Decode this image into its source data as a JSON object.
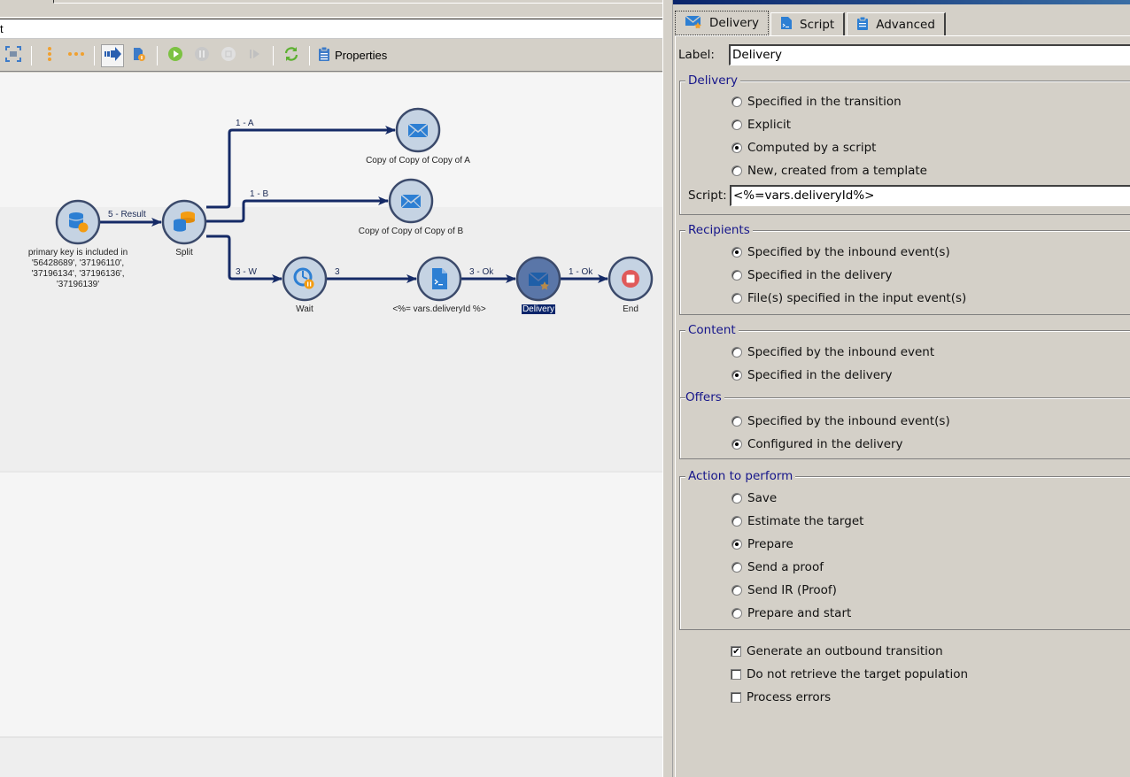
{
  "left_pane": {
    "title_text": "t",
    "toolbar": {
      "items": [
        {
          "icon": "fit-to-screen-icon",
          "label": ""
        },
        {
          "icon": "vertical-layout-icon",
          "label": ""
        },
        {
          "icon": "horizontal-layout-icon",
          "label": ""
        },
        {
          "icon": "transition-mode-icon",
          "label": "",
          "active": true
        },
        {
          "icon": "activity-info-icon",
          "label": ""
        },
        {
          "icon": "start-icon",
          "label": ""
        },
        {
          "icon": "pause-icon",
          "label": ""
        },
        {
          "icon": "stop-icon",
          "label": ""
        },
        {
          "icon": "step-icon",
          "label": ""
        },
        {
          "icon": "refresh-icon",
          "label": ""
        }
      ],
      "properties_label": "Properties"
    },
    "workflow": {
      "nodes": [
        {
          "id": "query",
          "label": "primary key is included in\n'56428689', '37196110',\n'37196134', '37196136',\n'37196139'",
          "icon": "query-database-icon"
        },
        {
          "id": "split",
          "label": "Split",
          "icon": "split-database-icon"
        },
        {
          "id": "copyA",
          "label": "Copy of Copy of Copy of A",
          "icon": "email-delivery-icon"
        },
        {
          "id": "copyB",
          "label": "Copy of Copy of Copy of B",
          "icon": "email-delivery-icon"
        },
        {
          "id": "wait",
          "label": "Wait",
          "icon": "wait-clock-icon"
        },
        {
          "id": "script",
          "label": "<%= vars.deliveryId %>",
          "icon": "script-icon"
        },
        {
          "id": "delivery",
          "label": "Delivery",
          "icon": "delivery-envelope-icon",
          "selected": true
        },
        {
          "id": "end",
          "label": "End",
          "icon": "end-stop-icon"
        }
      ],
      "edges": [
        {
          "from": "query",
          "to": "split",
          "label": "5 - Result"
        },
        {
          "from": "split",
          "to": "copyA",
          "label": "1 - A"
        },
        {
          "from": "split",
          "to": "copyB",
          "label": "1 - B"
        },
        {
          "from": "split",
          "to": "wait",
          "label": "3 - W"
        },
        {
          "from": "wait",
          "to": "script",
          "label": "3"
        },
        {
          "from": "script",
          "to": "delivery",
          "label": "3 - Ok"
        },
        {
          "from": "delivery",
          "to": "end",
          "label": "1 - Ok"
        }
      ]
    }
  },
  "right_pane": {
    "tabs": [
      {
        "label": "Delivery",
        "icon": "delivery-envelope-icon",
        "active": true
      },
      {
        "label": "Script",
        "icon": "script-icon",
        "active": false
      },
      {
        "label": "Advanced",
        "icon": "clipboard-icon",
        "active": false
      }
    ],
    "label_field": {
      "label": "Label:",
      "value": "Delivery"
    },
    "delivery_group": {
      "title": "Delivery",
      "options": [
        {
          "label": "Specified in the transition",
          "selected": false
        },
        {
          "label": "Explicit",
          "selected": false
        },
        {
          "label": "Computed by a script",
          "selected": true
        },
        {
          "label": "New, created from a template",
          "selected": false
        }
      ],
      "script_label": "Script:",
      "script_value": "<%=vars.deliveryId%>"
    },
    "recipients_group": {
      "title": "Recipients",
      "options": [
        {
          "label": "Specified by the inbound event(s)",
          "selected": true
        },
        {
          "label": "Specified in the delivery",
          "selected": false
        },
        {
          "label": "File(s) specified in the input event(s)",
          "selected": false
        }
      ]
    },
    "content_group": {
      "title": "Content",
      "options": [
        {
          "label": "Specified by the inbound event",
          "selected": false
        },
        {
          "label": "Specified in the delivery",
          "selected": true
        }
      ],
      "offers_title": "Offers",
      "offers_options": [
        {
          "label": "Specified by the inbound event(s)",
          "selected": false
        },
        {
          "label": "Configured in the delivery",
          "selected": true
        }
      ]
    },
    "action_group": {
      "title": "Action to perform",
      "options": [
        {
          "label": "Save",
          "selected": false
        },
        {
          "label": "Estimate the target",
          "selected": false
        },
        {
          "label": "Prepare",
          "selected": true
        },
        {
          "label": "Send a proof",
          "selected": false
        },
        {
          "label": "Send IR (Proof)",
          "selected": false
        },
        {
          "label": "Prepare and start",
          "selected": false
        }
      ]
    },
    "checkboxes": [
      {
        "label": "Generate an outbound transition",
        "checked": true
      },
      {
        "label": "Do not retrieve the target population",
        "checked": false
      },
      {
        "label": "Process errors",
        "checked": false
      }
    ]
  },
  "colors": {
    "edge": "#152a66",
    "node_fill": "#c5d3e3",
    "node_stroke": "#3b4a6b",
    "selected_node_fill": "#5a76a8",
    "icon_blue": "#2d7fd3",
    "icon_orange": "#f39c12",
    "end_red": "#e05a5a",
    "group_title": "#15158a",
    "selection": "#0a246a"
  }
}
